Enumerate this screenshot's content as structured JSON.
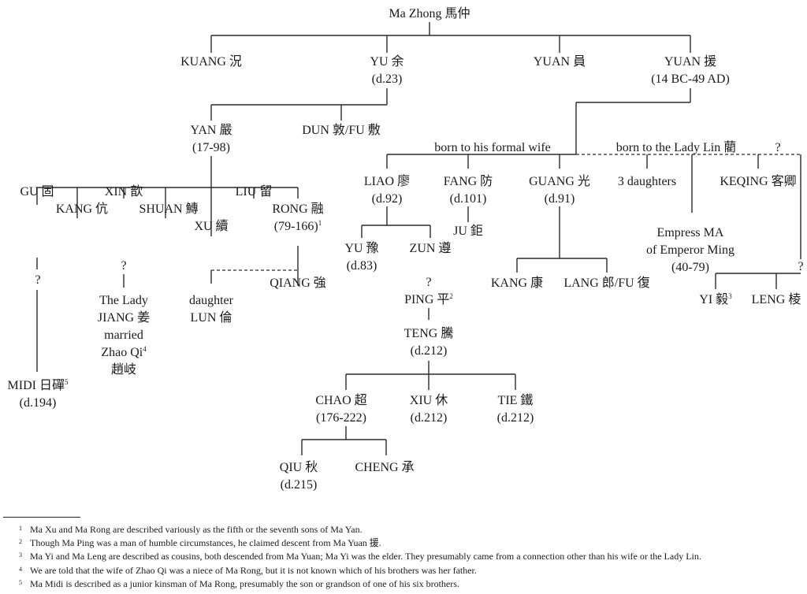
{
  "nodes": {
    "ma_zhong": {
      "lines": [
        "Ma Zhong 馬仲"
      ]
    },
    "kuang": {
      "lines": [
        "KUANG 況"
      ]
    },
    "yu_a": {
      "lines": [
        "YU 余",
        "(d.23)"
      ]
    },
    "yuan_b": {
      "lines": [
        "YUAN 員"
      ]
    },
    "yuan_c": {
      "lines": [
        "YUAN 援",
        "(14 BC-49 AD)"
      ]
    },
    "yan": {
      "lines": [
        "YAN 嚴",
        "(17-98)"
      ]
    },
    "dun": {
      "lines": [
        "DUN 敦/FU 敷"
      ]
    },
    "gu": {
      "lines": [
        "GU 固"
      ]
    },
    "kang_k": {
      "lines": [
        "KANG 伉"
      ]
    },
    "xin": {
      "lines": [
        "XIN 歆"
      ]
    },
    "shuan": {
      "lines": [
        "SHUAN 鱄"
      ]
    },
    "xu": {
      "lines": [
        "XU 續"
      ]
    },
    "liu": {
      "lines": [
        "LIU 留"
      ]
    },
    "rong": {
      "lines": [
        "RONG 融",
        "(79-166)"
      ],
      "sup": "1"
    },
    "midi": {
      "lines": [
        "MIDI 日磾",
        "(d.194)"
      ],
      "sup": "5"
    },
    "lady_jiang": {
      "lines": [
        "The Lady",
        "JIANG 姜",
        "married",
        "Zhao Qi",
        "趙岐"
      ],
      "sup": "4"
    },
    "lun": {
      "lines": [
        "daughter",
        "LUN 倫"
      ]
    },
    "qiang": {
      "lines": [
        "QIANG 強"
      ]
    },
    "liao": {
      "lines": [
        "LIAO 廖",
        "(d.92)"
      ]
    },
    "fang": {
      "lines": [
        "FANG 防",
        "(d.101)"
      ]
    },
    "guang": {
      "lines": [
        "GUANG 光",
        "(d.91)"
      ]
    },
    "daughters3": {
      "lines": [
        "3 daughters"
      ]
    },
    "empress": {
      "lines": [
        "Empress MA",
        "of Emperor Ming",
        "(40-79)"
      ]
    },
    "keqing": {
      "lines": [
        "KEQING 客卿"
      ]
    },
    "yu_b": {
      "lines": [
        "YU 豫",
        "(d.83)"
      ]
    },
    "zun": {
      "lines": [
        "ZUN 遵"
      ]
    },
    "ju": {
      "lines": [
        "JU 鉅"
      ]
    },
    "kang_g": {
      "lines": [
        "KANG 康"
      ]
    },
    "lang": {
      "lines": [
        "LANG 郎/FU 復"
      ]
    },
    "yi": {
      "lines": [
        "YI 毅"
      ],
      "sup": "3"
    },
    "leng": {
      "lines": [
        "LENG 棱"
      ]
    },
    "ping": {
      "lines": [
        "PING 平"
      ],
      "sup": "2"
    },
    "teng": {
      "lines": [
        "TENG 騰",
        "(d.212)"
      ]
    },
    "chao": {
      "lines": [
        "CHAO 超",
        "(176-222)"
      ]
    },
    "xiu": {
      "lines": [
        "XIU 休",
        "(d.212)"
      ]
    },
    "tie": {
      "lines": [
        "TIE 鐵",
        "(d.212)"
      ]
    },
    "qiu": {
      "lines": [
        "QIU 秋",
        "(d.215)"
      ]
    },
    "cheng": {
      "lines": [
        "CHENG 承"
      ]
    }
  },
  "labels": {
    "formal_wife": "born to his formal wife",
    "lady_lin": "born to the Lady Lin 藺",
    "unknown_mark": "?"
  },
  "footnotes": [
    {
      "num": "1",
      "text": "Ma Xu and Ma Rong are described variously as the fifth or the seventh sons of Ma Yan."
    },
    {
      "num": "2",
      "text": "Though Ma Ping was a man of humble circumstances, he claimed descent from Ma Yuan 援."
    },
    {
      "num": "3",
      "text": "Ma Yi and Ma Leng are described as cousins, both descended from Ma Yuan; Ma Yi was the elder. They presumably came from a connection other than his wife or the Lady Lin."
    },
    {
      "num": "4",
      "text": "We are told that the wife of Zhao Qi was a niece of Ma Rong, but it is not known which of his brothers was her father."
    },
    {
      "num": "5",
      "text": "Ma Midi is described as a junior kinsman of Ma Rong, presumably the son or grandson of one of his six brothers."
    }
  ]
}
